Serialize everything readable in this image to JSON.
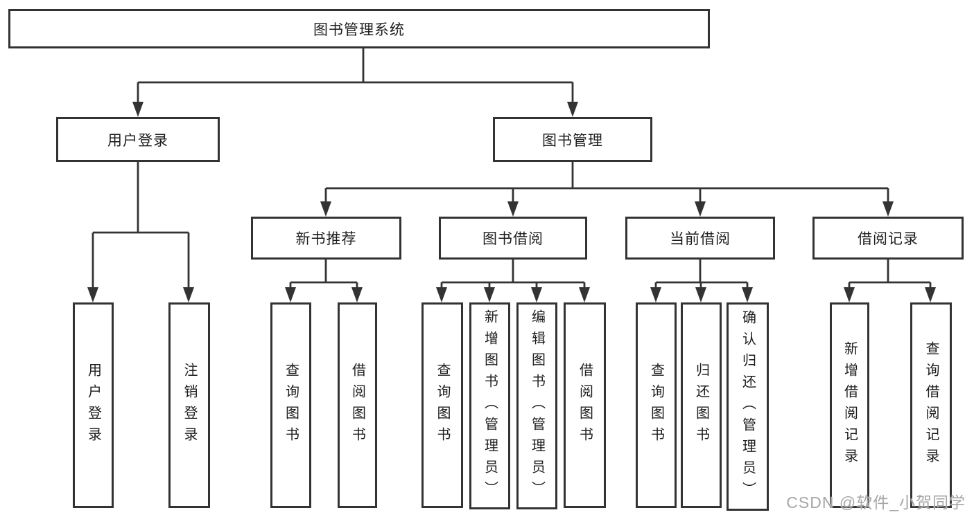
{
  "diagram": {
    "type": "hierarchy-tree",
    "tree": {
      "root": {
        "label": "图书管理系统"
      },
      "branches": [
        {
          "label": "用户登录",
          "children": [
            {
              "label": "用户登录"
            },
            {
              "label": "注销登录"
            }
          ]
        },
        {
          "label": "图书管理",
          "children": [
            {
              "label": "新书推荐",
              "children": [
                {
                  "label": "查询图书"
                },
                {
                  "label": "借阅图书"
                }
              ]
            },
            {
              "label": "图书借阅",
              "children": [
                {
                  "label": "查询图书"
                },
                {
                  "label": "新增图书（管理员）"
                },
                {
                  "label": "编辑图书（管理员）"
                },
                {
                  "label": "借阅图书"
                }
              ]
            },
            {
              "label": "当前借阅",
              "children": [
                {
                  "label": "查询图书"
                },
                {
                  "label": "归还图书"
                },
                {
                  "label": "确认归还（管理员）"
                }
              ]
            },
            {
              "label": "借阅记录",
              "children": [
                {
                  "label": "新增借阅记录"
                },
                {
                  "label": "查询借阅记录"
                }
              ]
            }
          ]
        }
      ]
    },
    "colors": {
      "line": "#333333",
      "box_border": "#333333",
      "box_fill": "#ffffff",
      "text": "#1d1d1d",
      "background": "#ffffff",
      "watermark": "#a6a6a6"
    }
  },
  "watermark": {
    "text": "CSDN @软件_小贺同学"
  }
}
